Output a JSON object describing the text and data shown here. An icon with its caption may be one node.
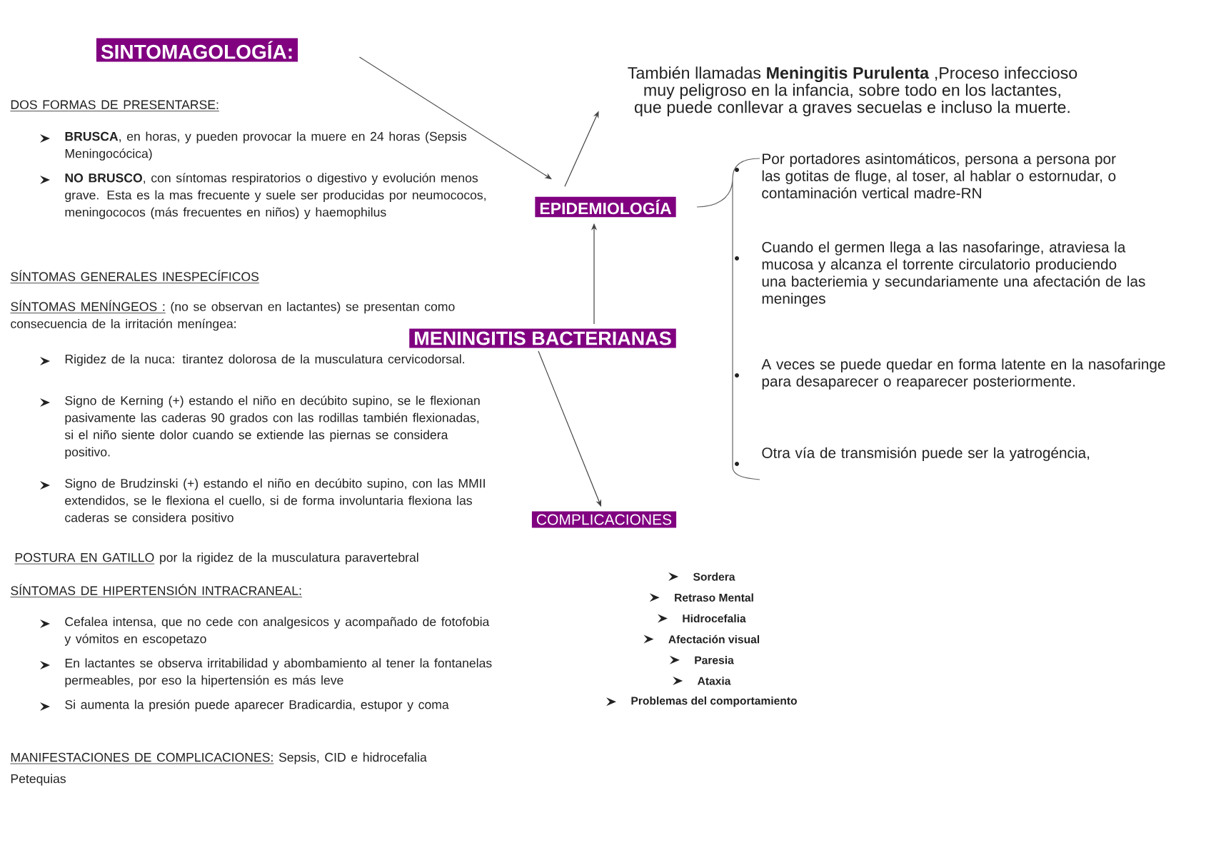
{
  "diagram": {
    "nodes": [
      {
        "text": [
          "SINTOMAGOLOGÍA:"
        ]
      },
      {
        "text": [
          "También llamadas **Meningitis Purulenta** ,Proceso infeccioso muy peligroso en la infancia, sobre todo en los lactantes, que puede conllevar a graves secuelas e incluso la muerte."
        ]
      },
      {
        "text": [
          "EPIDEMIOLOGÍA"
        ]
      },
      {
        "text": [
          "MENINGITIS BACTERIANAS"
        ]
      },
      {
        "text": [
          "COMPLICACIONES"
        ]
      }
    ],
    "edges": [
      {
        "from": 0,
        "to": 2,
        "arrow": "to"
      },
      {
        "from": 2,
        "to": 1,
        "arrow": "to"
      },
      {
        "from": 3,
        "to": 2,
        "arrow": "to"
      },
      {
        "from": 3,
        "to": 4,
        "arrow": "to"
      }
    ],
    "labels": [
      "DOS FORMAS DE PRESENTARSE:",
      "**BRUSCA**, en horas, y pueden provocar la muere en 24 horas (Sepsis Meningocócica)",
      "**NO BRUSCO**, con síntomas respiratorios o digestivo y evolución menos grave. Esta es la mas frecuente y suele ser producidas por neumococos, meningococos (más frecuentes en niños) y haemophilus",
      "SÍNTOMAS GENERALES INESPECÍFICOS",
      "SÍNTOMAS MENÍNGEOS :",
      "(no se observan en lactantes) se presentan como consecuencia de la irritación meníngea:",
      "Rigidez de la nuca: tirantez dolorosa de la musculatura cervicodorsal.",
      "Signo de Kerning (+) estando el niño en decúbito supino, se le flexionan pasivamente las caderas 90 grados con las rodillas también flexionadas, si el niño siente dolor cuando se extiende las piernas se considera positivo.",
      "Signo de Brudzinski (+) estando el niño en decúbito supino, con las MMII extendidos, se le flexiona el cuello, si de forma involuntaria flexiona las caderas se considera positivo",
      "POSTURA EN GATILLO",
      "por la rigidez de la musculatura paravertebral",
      "SÍNTOMAS DE HIPERTENSIÓN INTRACRANEAL:",
      "Cefalea intensa, que no cede con analgesicos y acompañado de fotofobia y vómitos en escopetazo",
      "En lactantes se observa irritabilidad y abombamiento al tener la fontanelas permeables, por eso la hipertensión es más leve",
      "Si aumenta la presión puede aparecer Bradicardia, estupor y coma",
      "MANIFESTACIONES DE COMPLICACIONES:",
      "Sepsis, CID e hidrocefalia",
      "Petequias",
      "Por portadores asintomáticos, persona a persona por las gotitas de fluge, al toser, al hablar o estornudar, o contaminación vertical madre-RN",
      "Cuando el germen llega a las nasofaringe, atraviesa la mucosa y alcanza el torrente circulatorio produciendo una bacteriemia y secundariamente una afectación de las meninges",
      "A veces se puede quedar en forma latente en la nasofaringe para desaparecer o reaparecer posteriormente.",
      "Otra vía de transmisión puede ser la yatrogéncia,",
      "Sordera",
      "Retraso Mental",
      "Hidrocefalia",
      "Afectación visual",
      "Paresia",
      "Ataxia",
      "Problemas del comportamiento"
    ]
  }
}
